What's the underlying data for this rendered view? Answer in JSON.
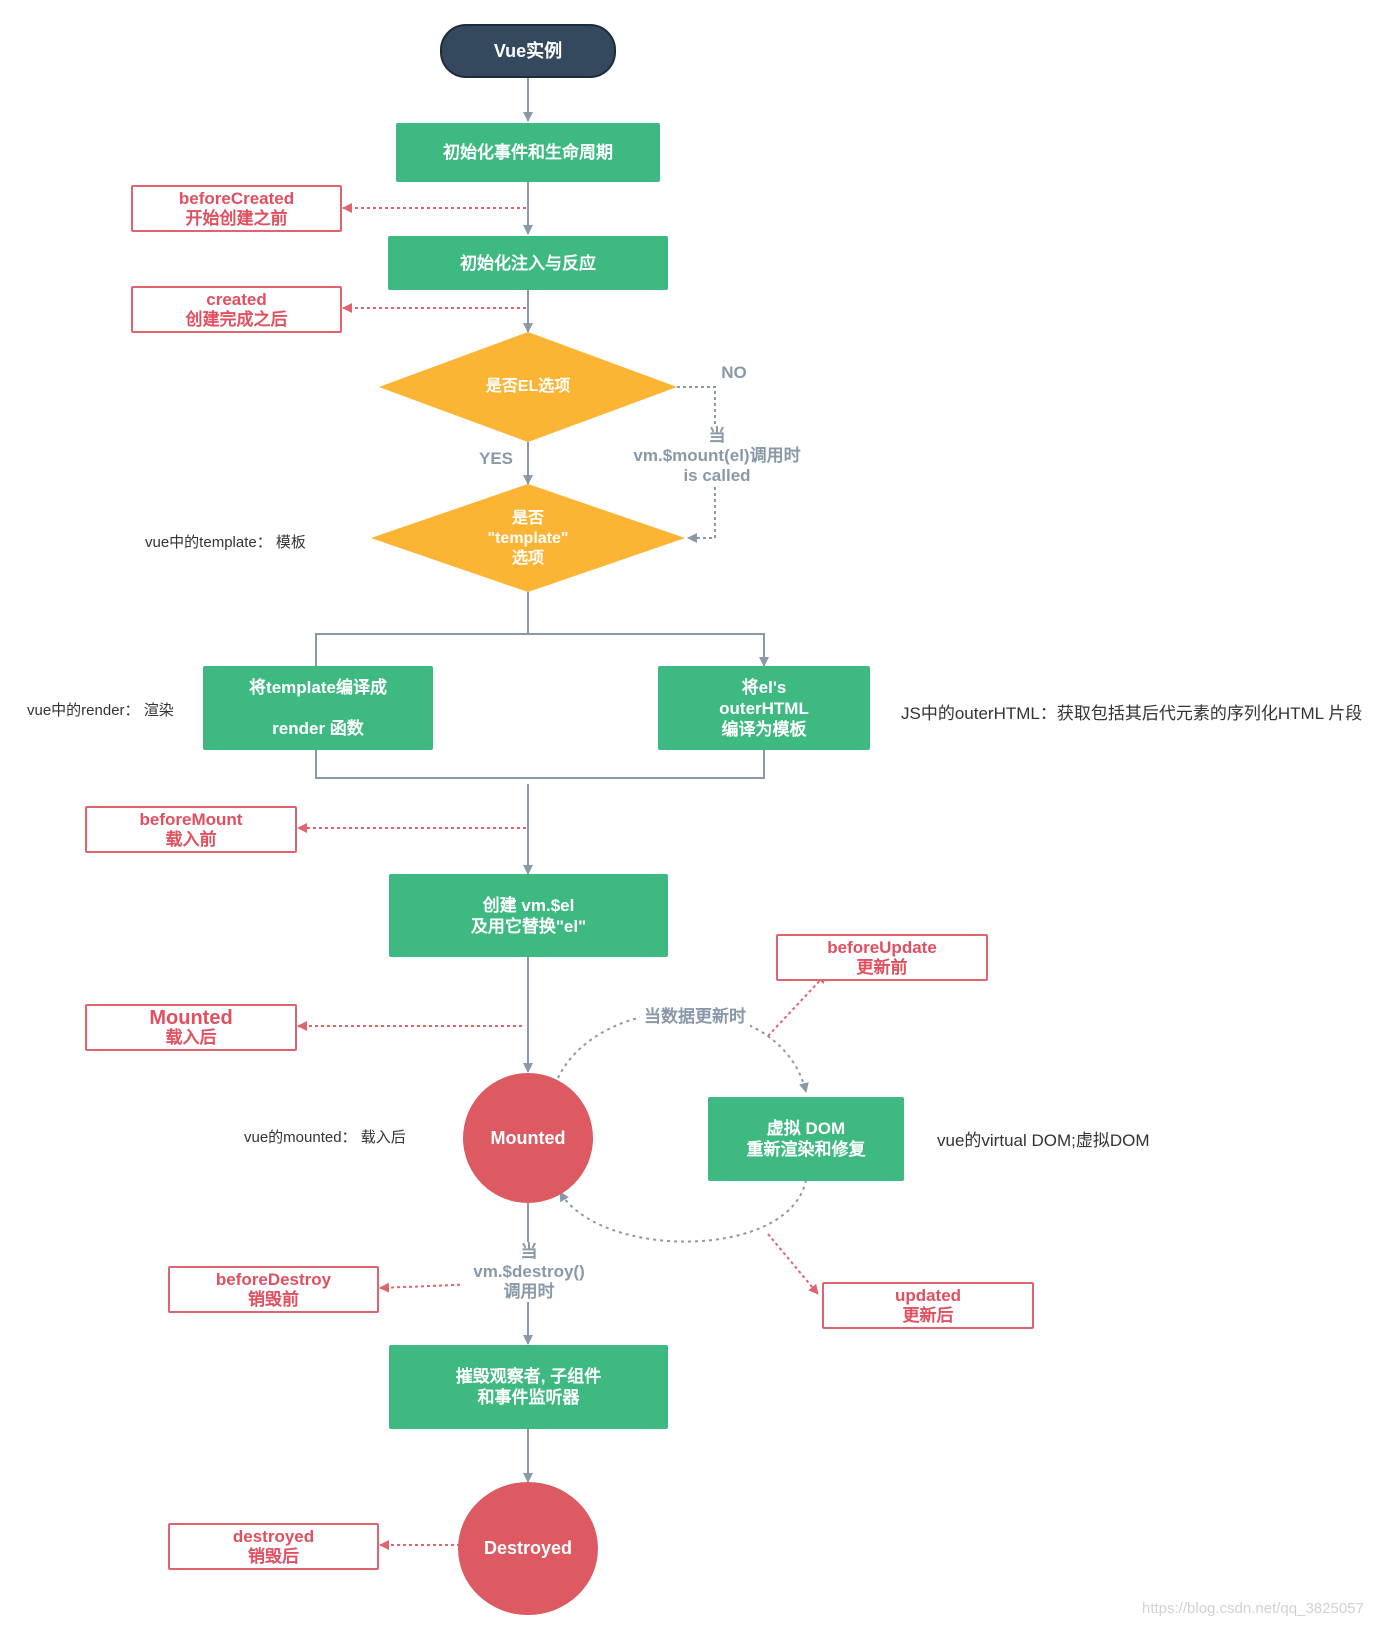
{
  "nodes": {
    "start": "Vue实例",
    "init_events": "初始化事件和生命周期",
    "init_injections": "初始化注入与反应",
    "has_el": "是否EL选项",
    "has_template": {
      "l1": "是否",
      "l2": "\"template\"",
      "l3": "选项"
    },
    "compile_template": {
      "l1": "将template编译成",
      "l2": "render 函数"
    },
    "compile_el": {
      "l1": "将el's",
      "l2": "outerHTML",
      "l3": "编译为模板"
    },
    "create_el": {
      "l1": "创建 vm.$el",
      "l2": "及用它替换\"el\""
    },
    "mounted_circle": "Mounted",
    "virtual_dom": {
      "l1": "虚拟 DOM",
      "l2": "重新渲染和修复"
    },
    "teardown": {
      "l1": "摧毁观察者, 子组件",
      "l2": "和事件监听器"
    },
    "destroyed_circle": "Destroyed"
  },
  "hooks": {
    "beforeCreated": {
      "name": "beforeCreated",
      "desc": "开始创建之前"
    },
    "created": {
      "name": "created",
      "desc": "创建完成之后"
    },
    "beforeMount": {
      "name": "beforeMount",
      "desc": "载入前"
    },
    "mounted": {
      "name": "Mounted",
      "desc": "载入后"
    },
    "beforeUpdate": {
      "name": "beforeUpdate",
      "desc": "更新前"
    },
    "updated": {
      "name": "updated",
      "desc": "更新后"
    },
    "beforeDestroy": {
      "name": "beforeDestroy",
      "desc": "销毁前"
    },
    "destroyed": {
      "name": "destroyed",
      "desc": "销毁后"
    }
  },
  "edge_labels": {
    "no": "NO",
    "yes": "YES",
    "mount_called": {
      "l1": "当",
      "l2": "vm.$mount(el)调用时",
      "l3": "is called"
    },
    "data_updated": "当数据更新时",
    "destroy_called": {
      "l1": "当",
      "l2": "vm.$destroy()",
      "l3": "调用时"
    }
  },
  "notes": {
    "template": "vue中的template：  模板",
    "render": "vue中的render：  渲染",
    "outer_html": "JS中的outerHTML：获取包括其后代元素的序列化HTML 片段",
    "mounted": "vue的mounted：  载入后",
    "virtual_dom": "vue的virtual DOM;虚拟DOM"
  },
  "watermark": "https://blog.csdn.net/qq_3825057",
  "colors": {
    "dark_node": "#35495e",
    "process_node": "#3fb982",
    "decision_node": "#fbb433",
    "state_circle": "#dd5a62",
    "hook_text": "#e05060",
    "connector": "#8a99a8"
  }
}
